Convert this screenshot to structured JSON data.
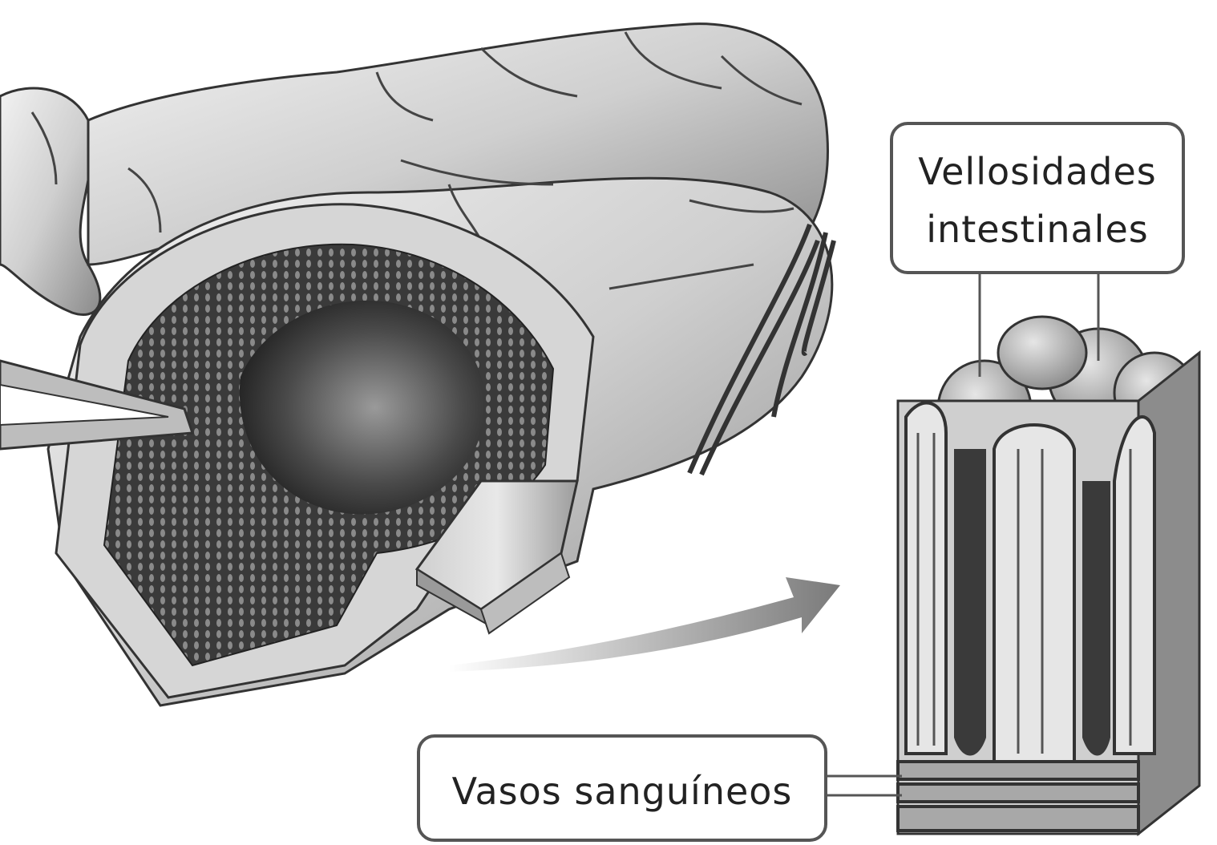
{
  "labels": {
    "villi_line1": "Vellosidades",
    "villi_line2": "intestinales",
    "vessels": "Vasos sanguíneos"
  },
  "colors": {
    "line": "#555555",
    "tissue_light": "#d6d6d6",
    "tissue_mid": "#9a9a9a",
    "tissue_dark": "#2e2e2e",
    "arrow": "#8c8c8c"
  }
}
